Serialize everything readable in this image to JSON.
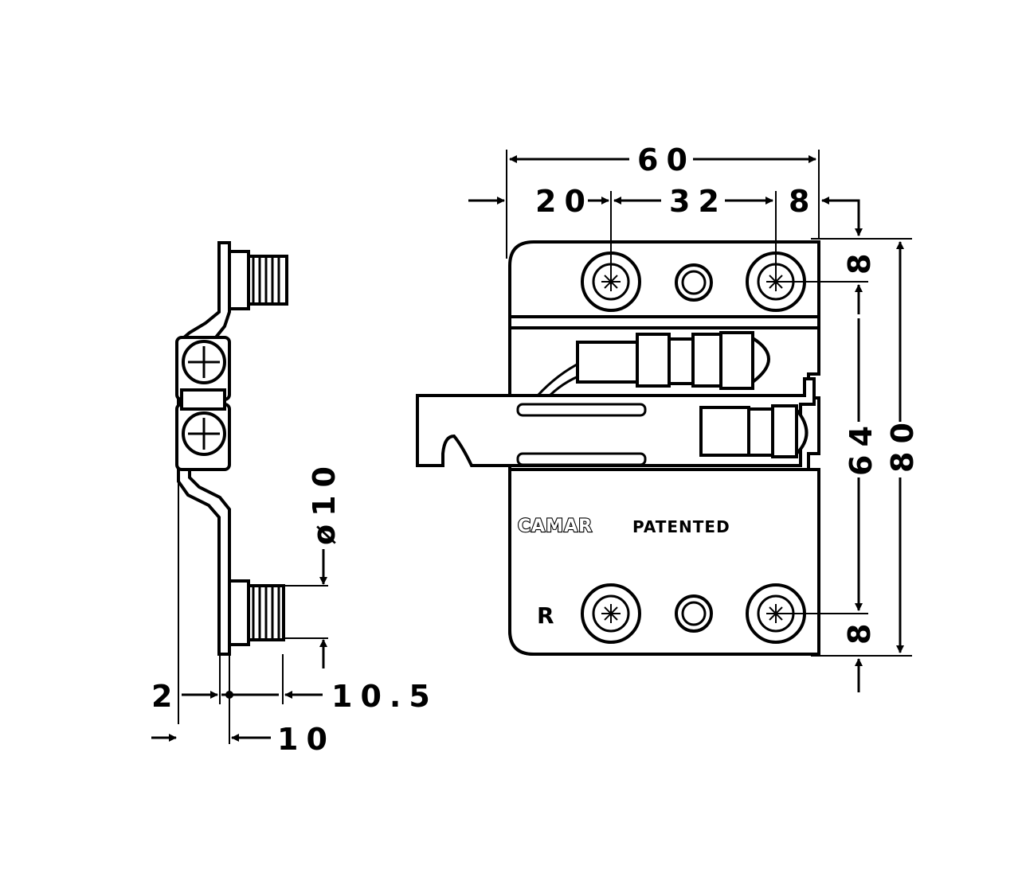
{
  "front_view": {
    "dimensions": {
      "overall_width": "60",
      "offset_left": "20",
      "hole_spacing": "32",
      "offset_right": "8",
      "top_margin": "8",
      "hole_span": "64",
      "overall_height": "80",
      "bottom_margin": "8"
    },
    "brand_text": "CAMAR",
    "patented_text": "PATENTED",
    "side_mark": "R"
  },
  "side_view": {
    "dimensions": {
      "diameter": "ø10",
      "left_offset": "2",
      "stud_length": "10.5",
      "depth": "10"
    }
  }
}
